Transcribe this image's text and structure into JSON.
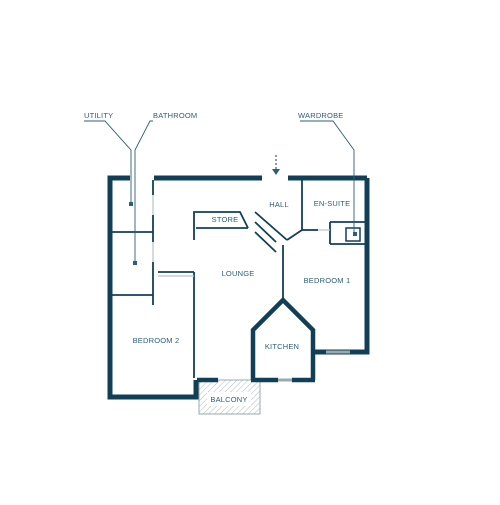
{
  "colors": {
    "wall": "#123f58",
    "text": "#2c5f78",
    "window": "#9aa8b0",
    "background": "#ffffff"
  },
  "rooms": {
    "hall": "HALL",
    "store": "STORE",
    "en_suite": "EN-SUITE",
    "lounge": "LOUNGE",
    "bedroom_1": "BEDROOM 1",
    "bedroom_2": "BEDROOM 2",
    "kitchen": "KITCHEN",
    "balcony": "BALCONY"
  },
  "callouts": {
    "utility": "UTILITY",
    "bathroom": "BATHROOM",
    "wardrobe": "WARDROBE"
  }
}
